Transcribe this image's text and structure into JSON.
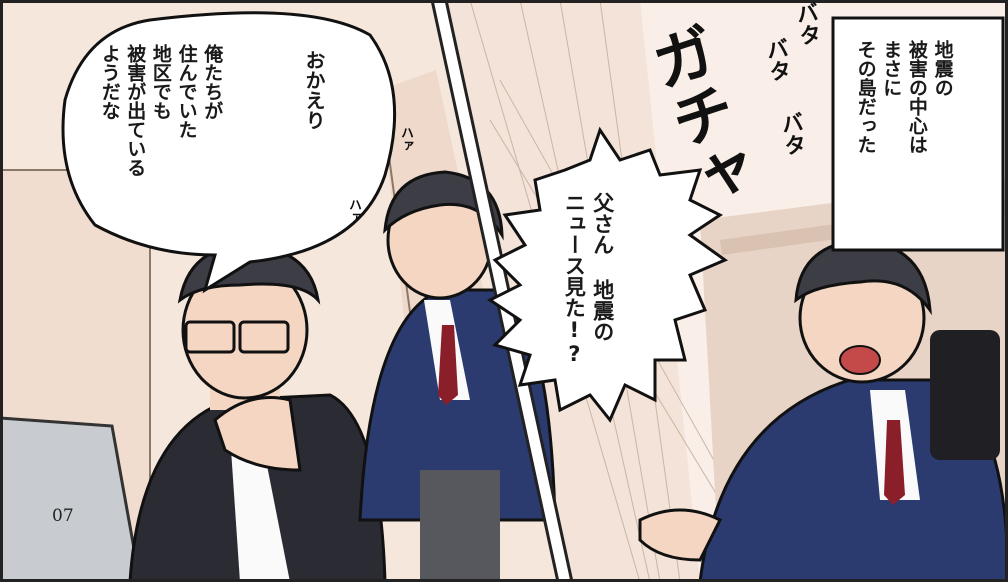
{
  "speech": {
    "father_1": "おかえり",
    "father_2": [
      "俺たちが",
      "住んでいた",
      "地区でも",
      "被害が出ている",
      "ようだな"
    ],
    "son": [
      "父さん 地震の",
      "ニュース見た!?"
    ]
  },
  "narration": [
    "地震の",
    "被害の中心は",
    "まさに",
    "その島だった"
  ],
  "sound_effects": {
    "door": "ガチャ",
    "running": [
      "バタ",
      "バタ",
      "バタ"
    ],
    "pant": [
      "ハァ",
      "ハァ"
    ]
  },
  "page_number": "07"
}
